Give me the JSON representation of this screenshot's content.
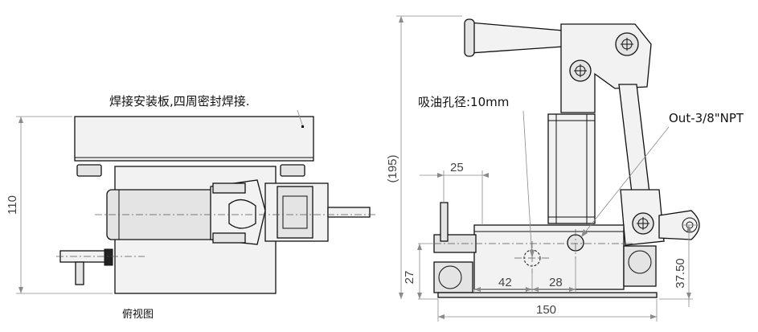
{
  "top_view": {
    "note": "焊接安装板,四周密封焊接.",
    "dim_height": "110",
    "caption": "俯视图"
  },
  "side_view": {
    "dim_overall_height": "(195)",
    "dim_25": "25",
    "hole_label": "吸油孔径:10mm",
    "outlet_label": "Out-3/8\"NPT",
    "dim_27": "27",
    "dim_42": "42",
    "dim_28": "28",
    "dim_37_50": "37.50",
    "dim_150": "150"
  }
}
